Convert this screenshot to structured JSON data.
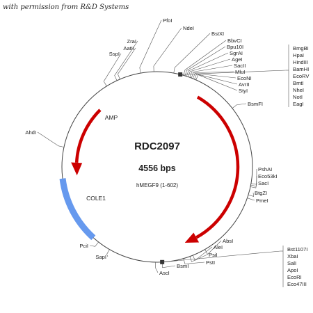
{
  "credit": "with permission from R&D Systems",
  "plasmid": {
    "name": "RDC2097",
    "size": "4556 bps",
    "insert": "hMEGF9 (1-602)"
  },
  "features": [
    {
      "name": "AMP",
      "type": "arrow",
      "color": "#cc0000",
      "start_deg": 315,
      "end_deg": 264
    },
    {
      "name": "",
      "type": "arrow",
      "color": "#cc0000",
      "start_deg": 30,
      "end_deg": 160
    },
    {
      "name": "COLE1",
      "type": "bar",
      "color": "#6699ee",
      "start_deg": 263,
      "end_deg": 222
    }
  ],
  "sites": [
    {
      "label": "PfoI",
      "angle": 350
    },
    {
      "label": "NdeI",
      "angle": 358
    },
    {
      "label": "ZraI",
      "angle": 335
    },
    {
      "label": "AatII",
      "angle": 337
    },
    {
      "label": "SspI",
      "angle": 328
    },
    {
      "label": "BstXI",
      "angle": 10
    },
    {
      "label": "BbvCI",
      "angle": 16
    },
    {
      "label": "Bpu10I",
      "angle": 17
    },
    {
      "label": "SgrAI",
      "angle": 18
    },
    {
      "label": "AgeI",
      "angle": 19
    },
    {
      "label": "SacII",
      "angle": 20
    },
    {
      "label": "MluI",
      "angle": 21
    },
    {
      "label": "EcoNI",
      "angle": 22
    },
    {
      "label": "AvrII",
      "angle": 23
    },
    {
      "label": "StyI",
      "angle": 24
    },
    {
      "label": "BsmFI",
      "angle": 52
    },
    {
      "label": "PshAI",
      "angle": 100
    },
    {
      "label": "Eco53kI",
      "angle": 101
    },
    {
      "label": "SacI",
      "angle": 102
    },
    {
      "label": "BtgZI",
      "angle": 107
    },
    {
      "label": "PmeI",
      "angle": 109
    },
    {
      "label": "AbsI",
      "angle": 150
    },
    {
      "label": "AleI",
      "angle": 158
    },
    {
      "label": "PstI",
      "angle": 164
    },
    {
      "label": "PsiI",
      "angle": 160
    },
    {
      "label": "BsmI",
      "angle": 177
    },
    {
      "label": "AscI",
      "angle": 181
    },
    {
      "label": "SapI",
      "angle": 210
    },
    {
      "label": "PciI",
      "angle": 218
    },
    {
      "label": "AhdI",
      "angle": 282
    }
  ],
  "mcs_top": {
    "angle": 14,
    "labels": [
      "BmgBI",
      "HpaI",
      "HindIII",
      "BamHI",
      "EcoRV",
      "BmtI",
      "NheI",
      "NotI",
      "EagI"
    ]
  },
  "mcs_bottom": {
    "angle": 177,
    "labels": [
      "Bst1107I",
      "XbaI",
      "SalI",
      "ApoI",
      "EcoRI",
      "Eco47III"
    ]
  }
}
